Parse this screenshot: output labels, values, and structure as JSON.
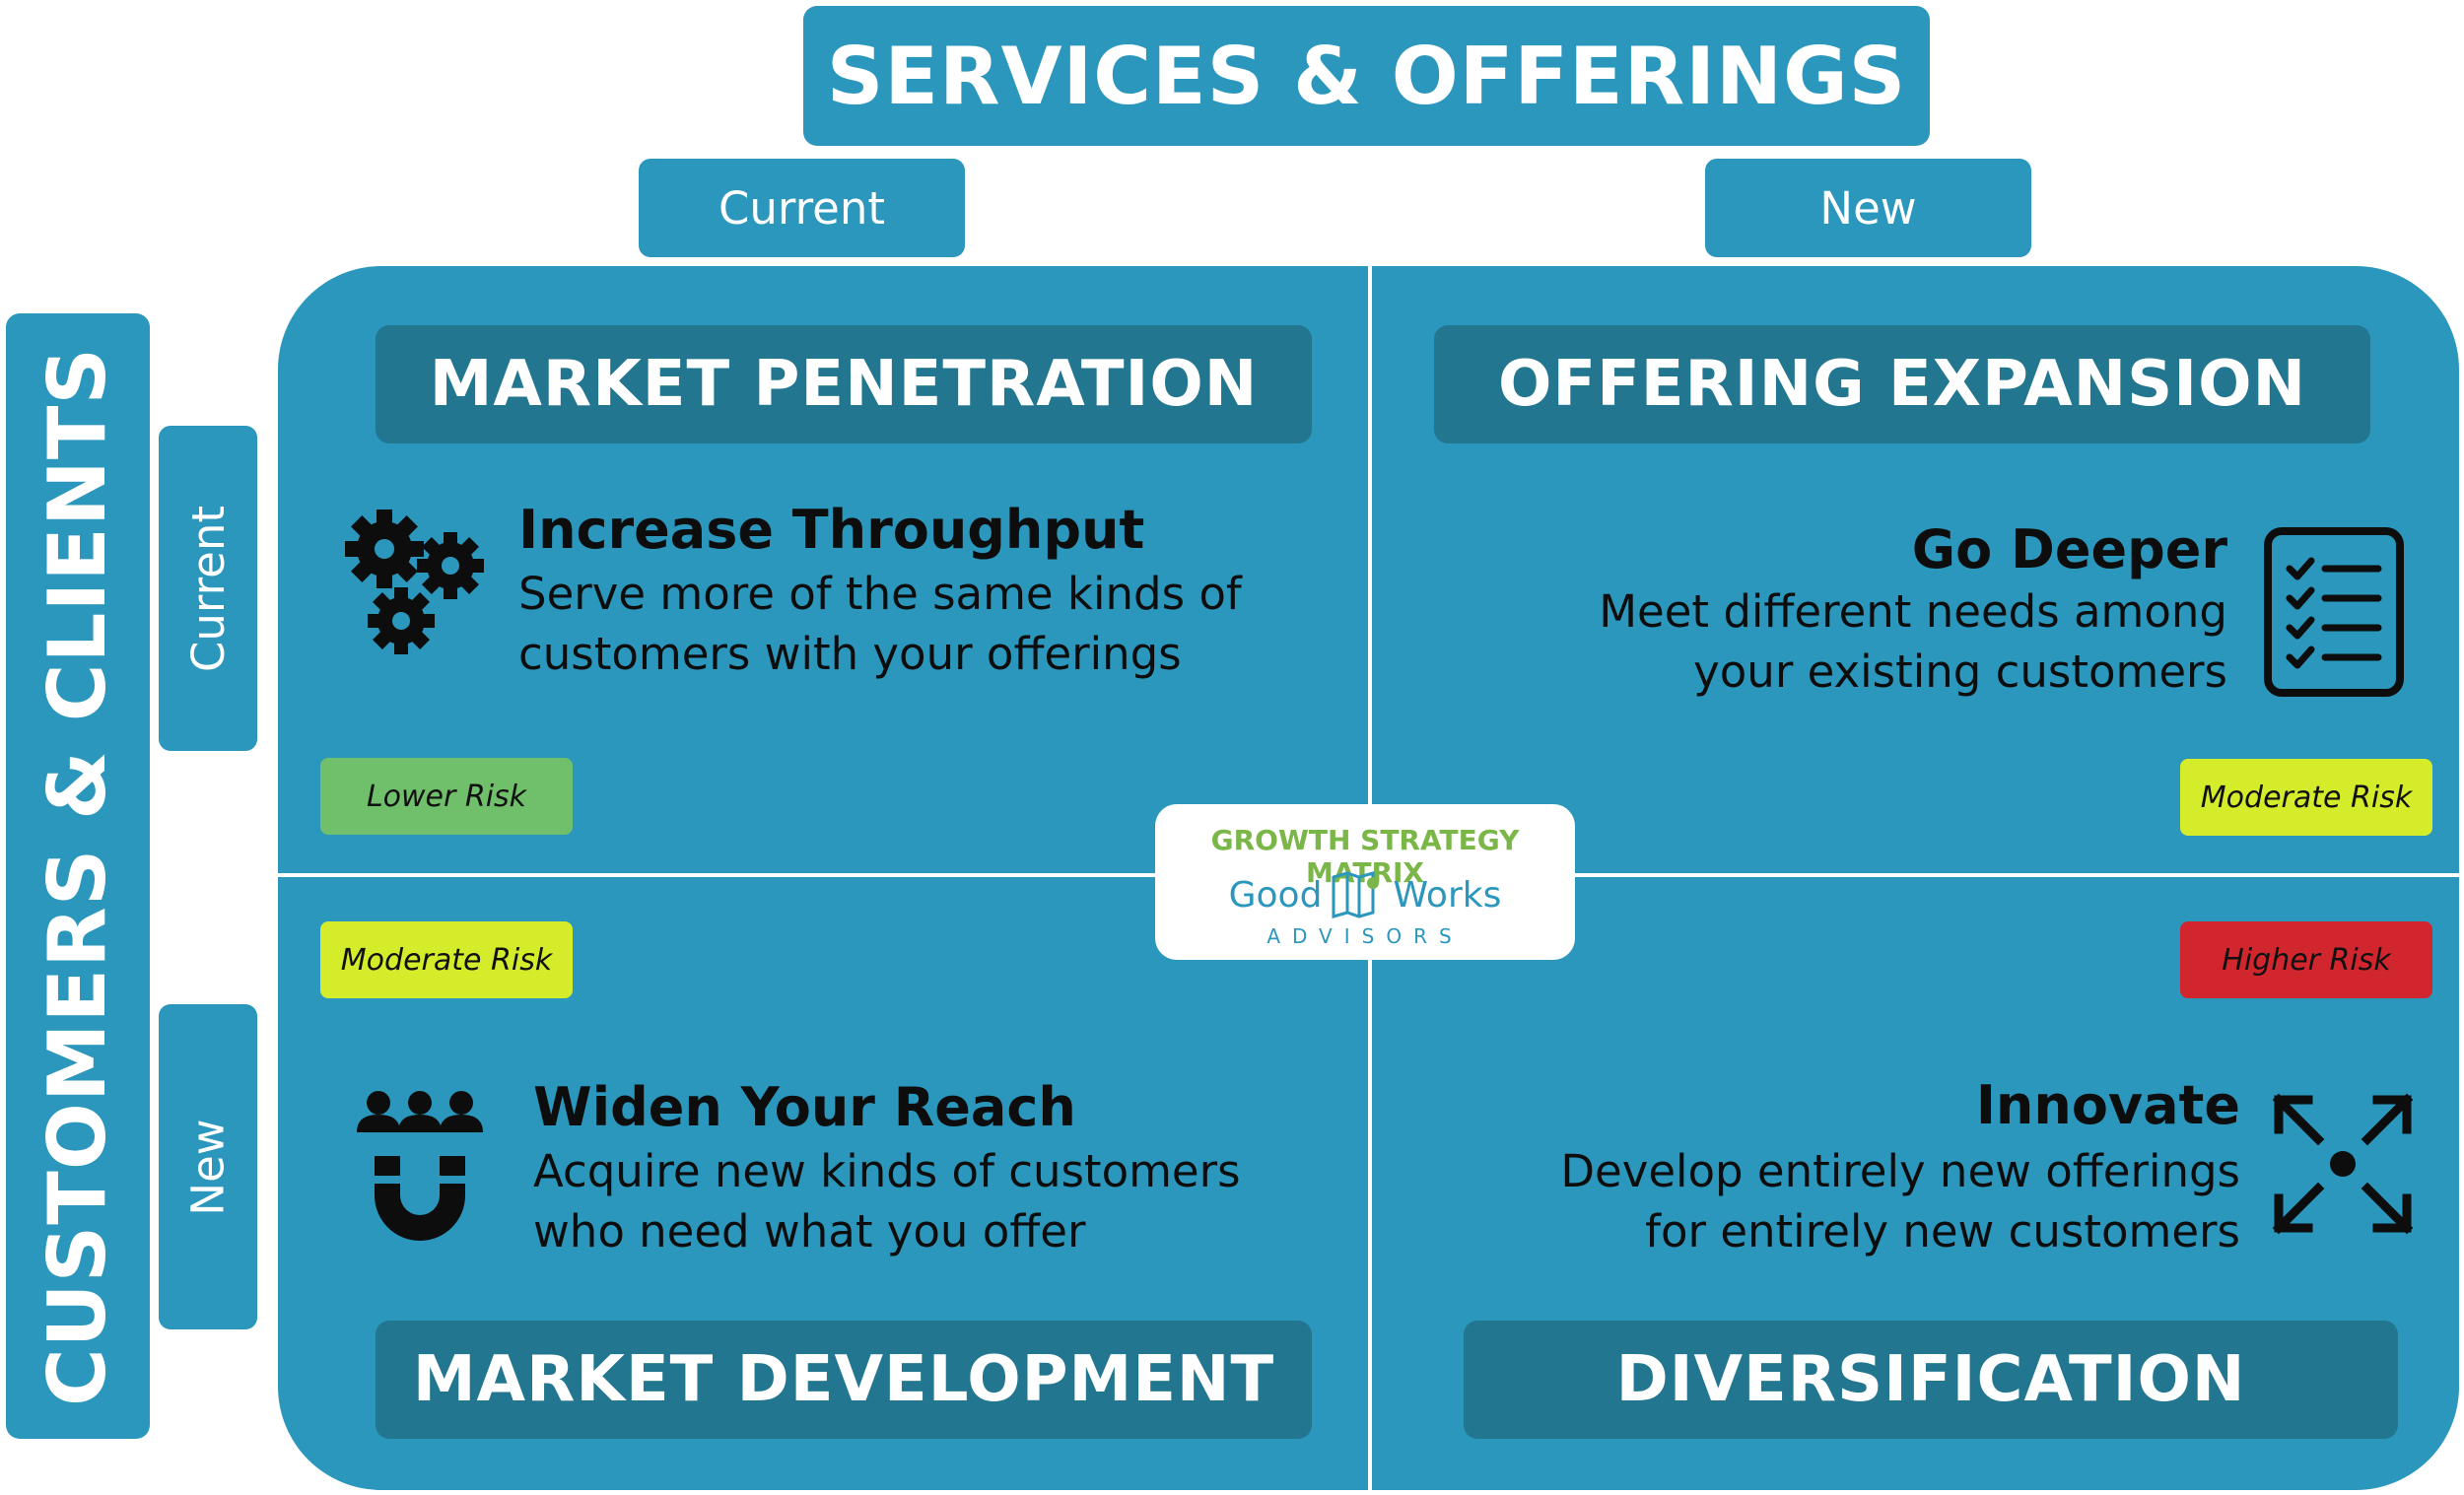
{
  "header": {
    "title": "SERVICES & OFFERINGS",
    "col_current": "Current",
    "col_new": "New"
  },
  "side": {
    "title": "CUSTOMERS & CLIENTS",
    "row_current": "Current",
    "row_new": "New"
  },
  "quadrants": [
    {
      "title": "MARKET PENETRATION",
      "strategy": "Increase Throughput",
      "desc_line1": "Serve more of the same kinds of",
      "desc_line2": "customers with your offerings",
      "risk": "Lower Risk",
      "risk_color": "#6fbf6b",
      "icon": "gears-icon"
    },
    {
      "title": "OFFERING EXPANSION",
      "strategy": "Go Deeper",
      "desc_line1": "Meet different needs among",
      "desc_line2": "your existing customers",
      "risk": "Moderate Risk",
      "risk_color": "#d4ec2a",
      "icon": "checklist-icon"
    },
    {
      "title": "MARKET DEVELOPMENT",
      "strategy": "Widen Your Reach",
      "desc_line1": "Acquire new kinds of customers",
      "desc_line2": "who need what you offer",
      "risk": "Moderate Risk",
      "risk_color": "#d4ec2a",
      "icon": "magnet-people-icon"
    },
    {
      "title": "DIVERSIFICATION",
      "strategy": "Innovate",
      "desc_line1": "Develop entirely new offerings",
      "desc_line2": "for entirely new customers",
      "risk": "Higher Risk",
      "risk_color": "#d2262f",
      "icon": "expand-arrows-icon"
    }
  ],
  "logo": {
    "title": "GROWTH STRATEGY MATRIX",
    "good": "Good",
    "works": "Works",
    "advisors": "ADVISORS"
  },
  "colors": {
    "primary": "#2b97bd",
    "dark": "#22768f",
    "logo_green": "#7ab648"
  }
}
